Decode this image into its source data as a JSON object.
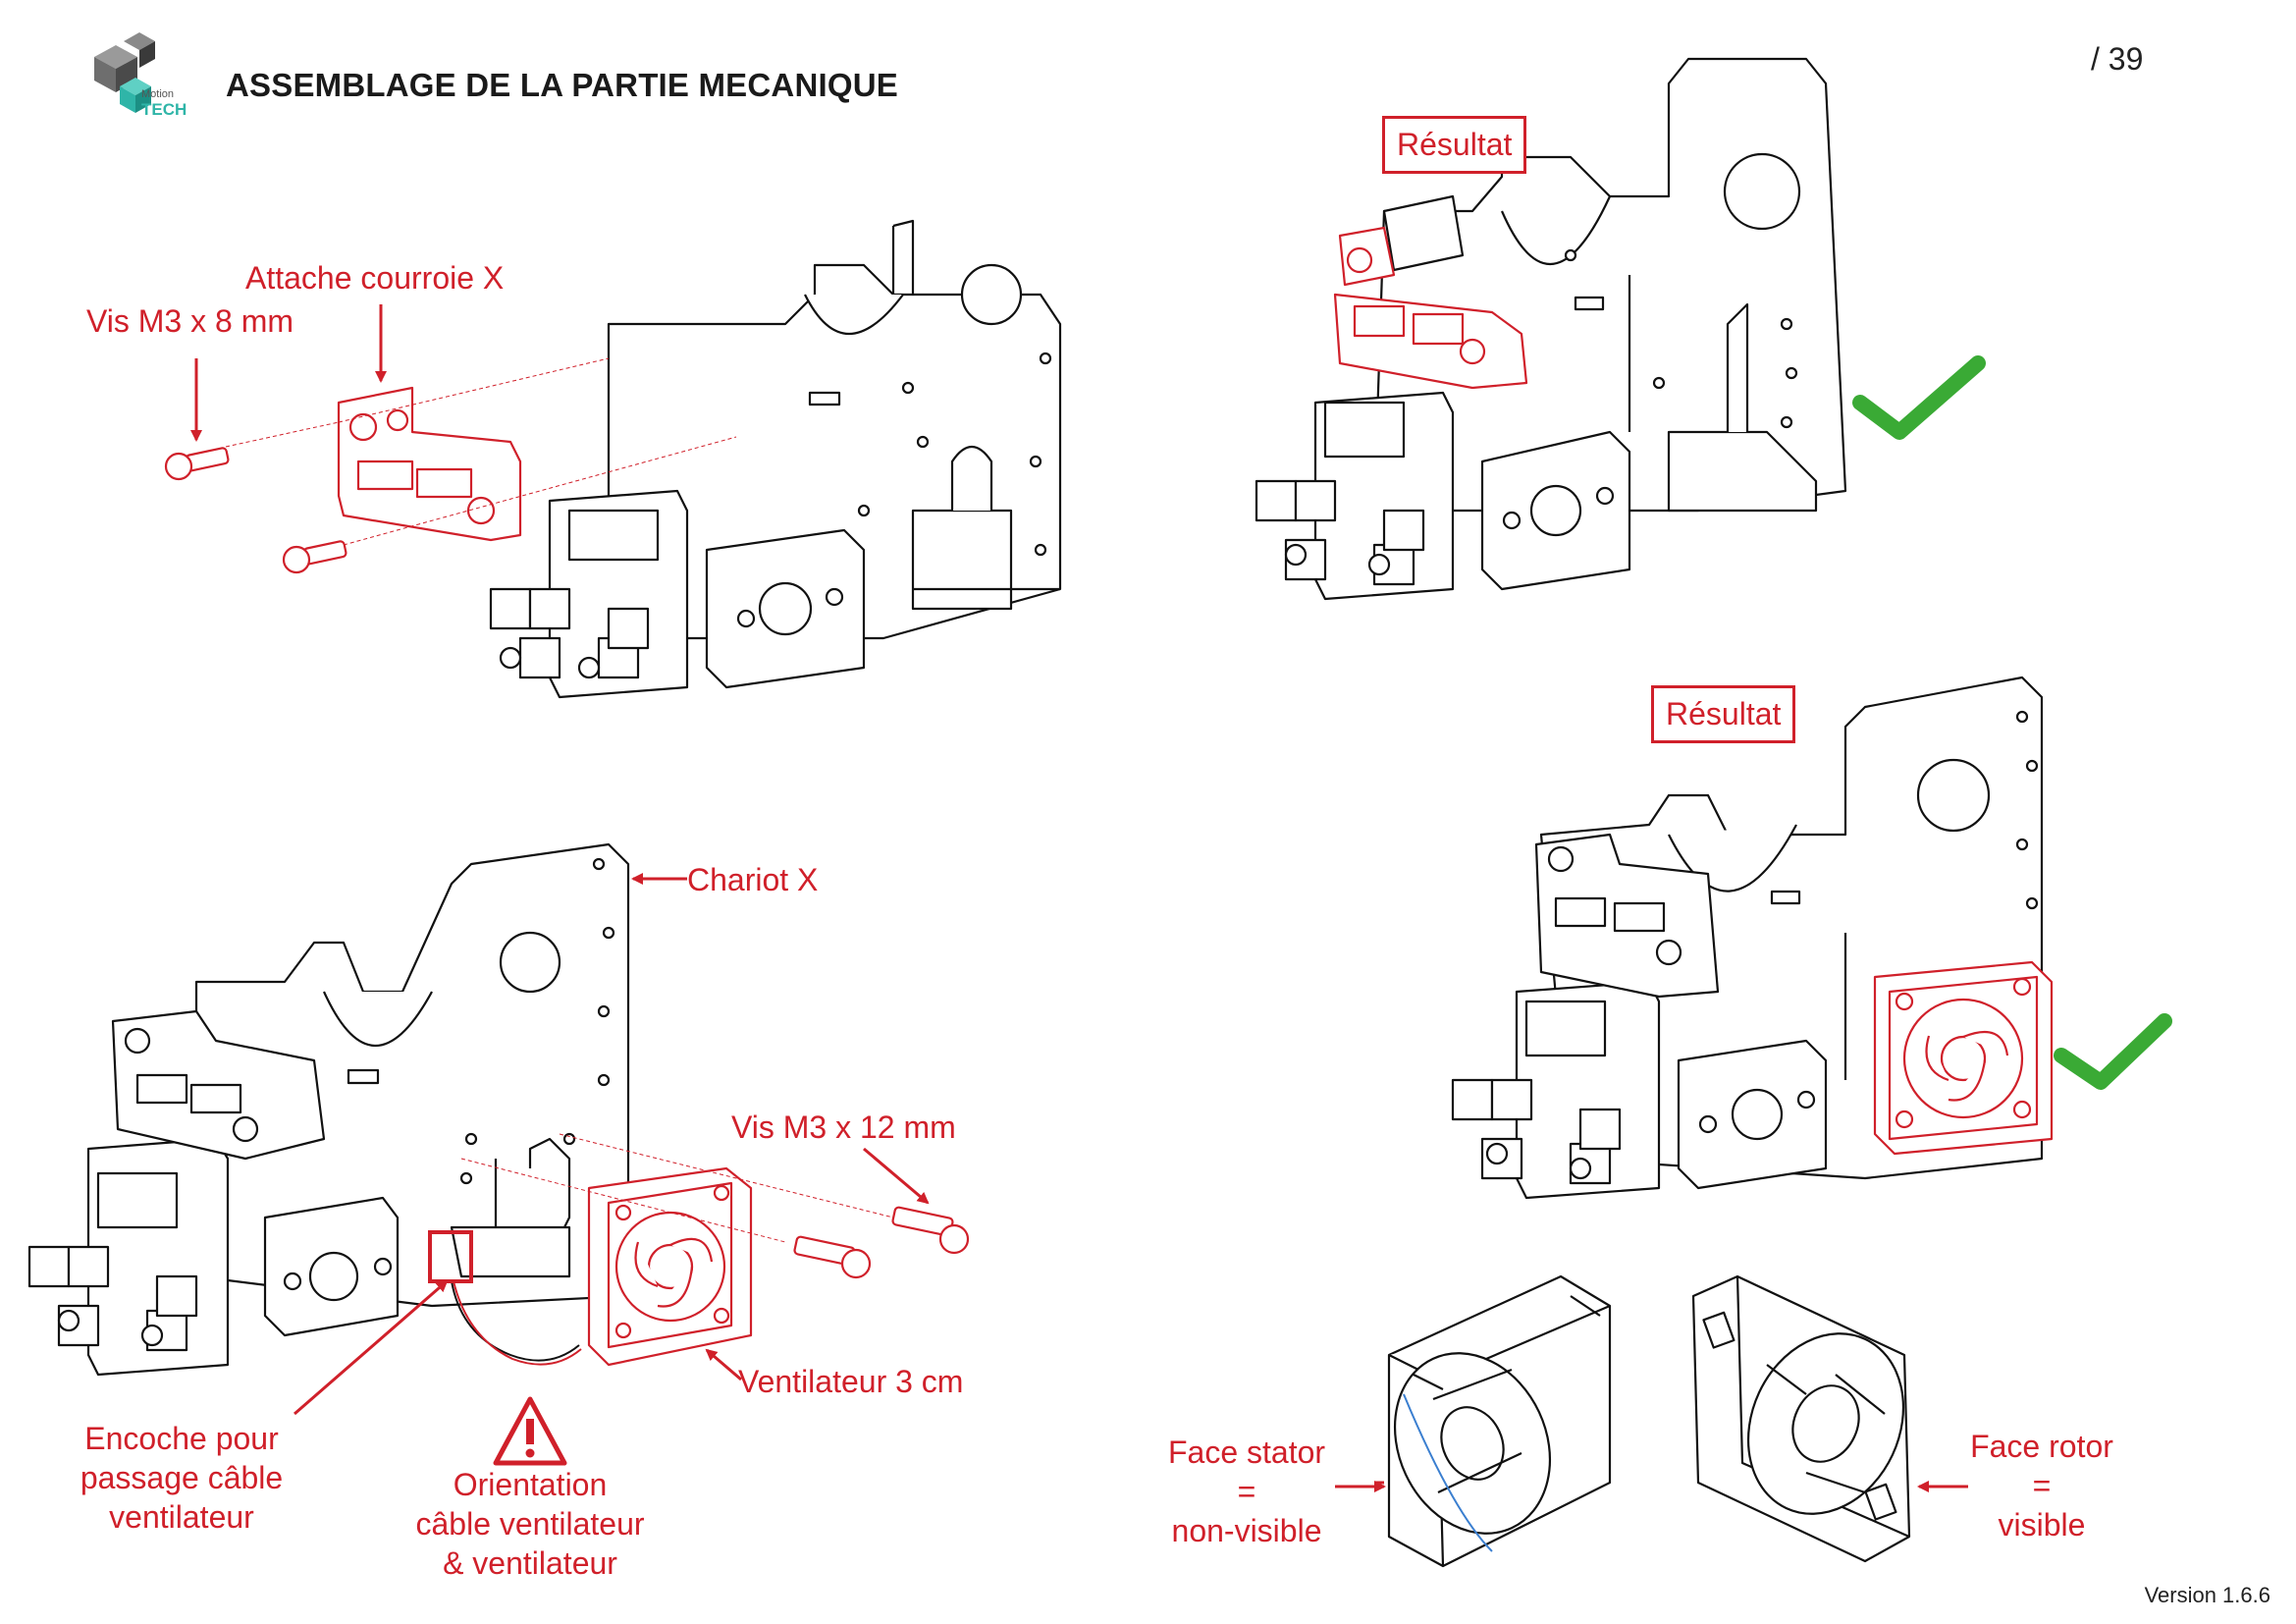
{
  "header": {
    "title": "ASSEMBLAGE DE LA PARTIE MECANIQUE",
    "page_number": "/ 39",
    "logo_small": "Motion",
    "logo_main": "TECH"
  },
  "step1": {
    "label_attache": "Attache courroie X",
    "label_vis": "Vis M3 x 8 mm"
  },
  "result1": {
    "label": "Résultat"
  },
  "step2": {
    "label_chariot": "Chariot X",
    "label_vis": "Vis M3 x 12 mm",
    "label_ventilateur": "Ventilateur 3 cm",
    "label_encoche": [
      "Encoche pour",
      "passage câble",
      "ventilateur"
    ],
    "label_orientation": [
      "Orientation",
      "câble ventilateur",
      "& ventilateur"
    ]
  },
  "result2": {
    "label": "Résultat"
  },
  "fan_faces": {
    "stator": [
      "Face stator",
      "=",
      "non-visible"
    ],
    "rotor": [
      "Face rotor",
      "=",
      "visible"
    ]
  },
  "footer": {
    "version": "Version 1.6.6"
  },
  "colors": {
    "accent_red": "#d0202a",
    "check_green": "#3aaa35",
    "logo_teal": "#2fb5a8"
  }
}
